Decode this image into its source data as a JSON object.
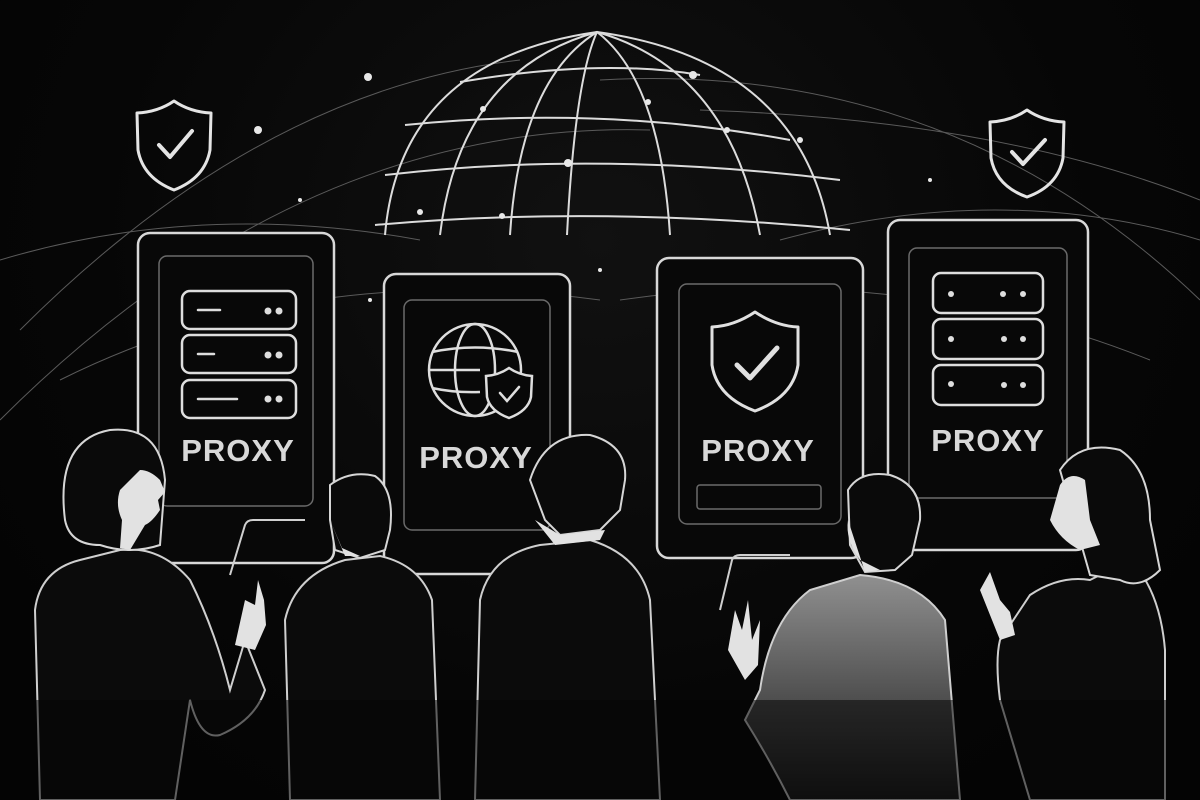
{
  "illustration": {
    "subject": "Proxy servers with people and global network",
    "colors": {
      "background": "#050505",
      "line": "#e6e6e6",
      "dim_line": "#9a9a9a",
      "skin": "#e4e4e4",
      "jacket_gray": "#8a8a8a"
    },
    "globe": {
      "icon": "globe-wireframe-icon"
    },
    "shields_top": [
      {
        "icon": "shield-check-icon",
        "position": "left"
      },
      {
        "icon": "shield-check-icon",
        "position": "right"
      }
    ],
    "panels": [
      {
        "label": "PROXY",
        "icon": "server-rack-icon"
      },
      {
        "label": "PROXY",
        "icon": "globe-shield-icon"
      },
      {
        "label": "PROXY",
        "icon": "shield-check-icon"
      },
      {
        "label": "PROXY",
        "icon": "server-rack-icon"
      }
    ],
    "people": [
      {
        "description": "woman with bob haircut, gesturing at screen"
      },
      {
        "description": "man in suit, seen from behind"
      },
      {
        "description": "man in suit, center, seen from behind"
      },
      {
        "description": "man in gray jacket, raising hand"
      },
      {
        "description": "woman with long hair, gesturing"
      }
    ]
  }
}
